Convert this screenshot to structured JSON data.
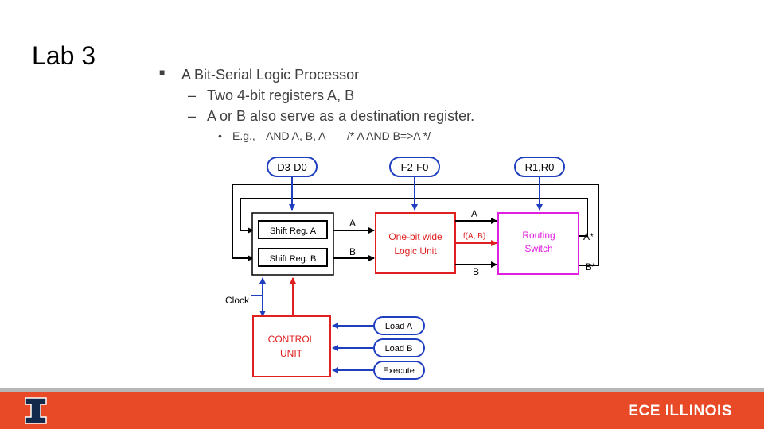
{
  "slide": {
    "title": "Lab 3",
    "bullets": {
      "main": "A Bit-Serial Logic Processor",
      "sub1": "Two 4-bit registers A, B",
      "sub2": "A or B also serve as a destination register.",
      "example": {
        "label": "E.g.,",
        "instruction": "AND A, B, A",
        "comment": "/* A AND B=>A */"
      }
    }
  },
  "diagram": {
    "inputs": {
      "d": "D3-D0",
      "f": "F2-F0",
      "r": "R1,R0"
    },
    "shift_reg_a": "Shift Reg. A",
    "shift_reg_b": "Shift Reg. B",
    "logic_unit": [
      "One-bit wide",
      "Logic Unit"
    ],
    "routing_switch": [
      "Routing",
      "Switch"
    ],
    "control_unit": [
      "CONTROL",
      "UNIT"
    ],
    "signals": {
      "a_in": "A",
      "b_in": "B",
      "a_out": "A",
      "f": "f(A, B)",
      "b_out": "B",
      "a_star": "A*",
      "b_star": "B*",
      "clock": "Clock"
    },
    "controls": [
      "Load A",
      "Load B",
      "Execute"
    ]
  },
  "footer": {
    "brand": "ECE ILLINOIS"
  },
  "colors": {
    "blue": "#1f3fbf",
    "red": "#e02020",
    "magenta": "#e020e0",
    "orange": "#e84a27",
    "navy": "#13294b"
  }
}
